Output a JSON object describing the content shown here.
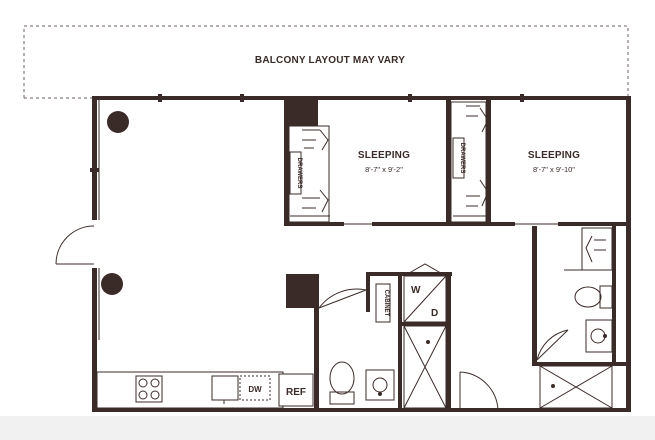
{
  "plan": {
    "balcony_note": "BALCONY LAYOUT MAY VARY",
    "bedroom_1": {
      "name": "SLEEPING",
      "dims": "8'-7\" x 9'-2\""
    },
    "bedroom_2": {
      "name": "SLEEPING",
      "dims": "8'-7\" x 9'-10\""
    },
    "closet_1": {
      "label": "DRAWERS"
    },
    "closet_2": {
      "label": "DRAWERS"
    },
    "cabinet": {
      "label": "CABINET"
    },
    "washer": {
      "label": "W"
    },
    "dryer": {
      "label": "D"
    },
    "dishwasher": {
      "label": "DW"
    },
    "refrigerator": {
      "label": "REF"
    },
    "colors": {
      "wall": "#3b2b28",
      "line": "#3b2b28",
      "background": "#ffffff",
      "dashed": "#6e6260"
    }
  }
}
